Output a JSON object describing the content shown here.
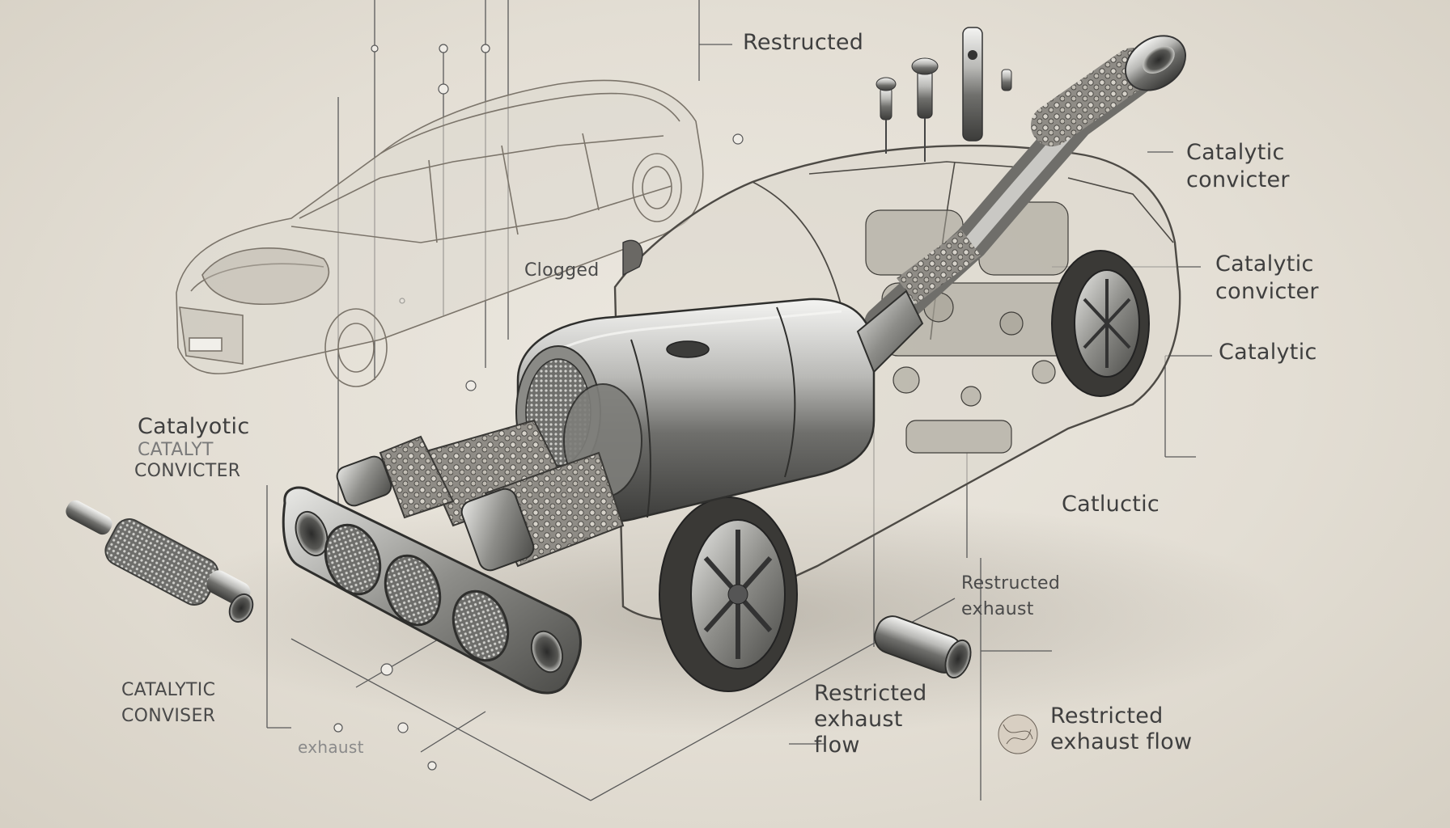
{
  "labels": {
    "restructed_top": "Restructed",
    "catalytic_convicter_1": "Catalytic\nconvicter",
    "catalytic_convicter_2": "Catalytic\nconvicter",
    "catalytic_right": "Catalytic",
    "clogged": "Clogged",
    "catalyotic_left": "Catalyotic",
    "catalyt_left": "CATALYT",
    "convicter_left": "CONVICTER",
    "catluctic": "Catluctic",
    "restructed_exhaust": "Restructed\nexhaust",
    "catalytic_conviser": "CATALYTIC\nCONVISER",
    "restricted_exhaust_flow_center": "Restricted\nexhaust\nflow",
    "restricted_exhaust_flow_right": "Restricted\nexhaust flow",
    "exhaust_bottom": "exhaust"
  }
}
